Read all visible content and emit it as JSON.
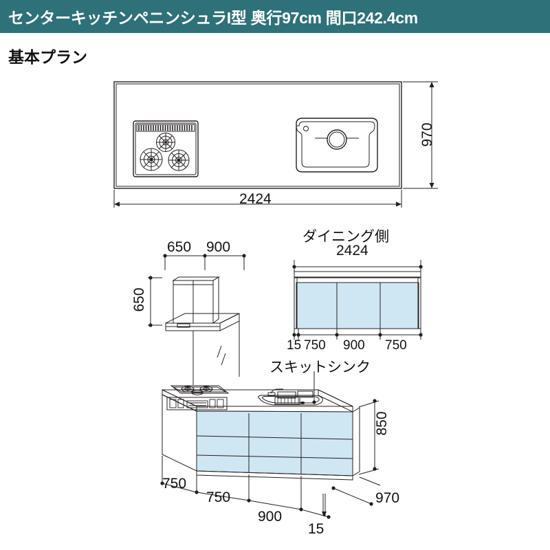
{
  "header": {
    "title": "センターキッチンペニンシュラI型 奥行97cm 間口242.4cm",
    "band_color": "#2e7179",
    "text_color": "#ffffff"
  },
  "subtitle": "基本プラン",
  "colors": {
    "accent_teal": "#2e7179",
    "cabinet_blue": "#cfe7f3",
    "line": "#231f20"
  },
  "plan_view": {
    "name": "top-plan-view",
    "width_dim": "2424",
    "depth_dim": "970",
    "features": [
      "cooktop-3-burner",
      "sink-basin"
    ]
  },
  "hood_elevation": {
    "name": "range-hood-elevation",
    "dim_left": "650",
    "dim_right": "900",
    "height_dim": "650"
  },
  "dining_elevation": {
    "name": "dining-side-elevation",
    "label": "ダイニング側",
    "width_dim": "2424",
    "panel_dims": [
      "15",
      "750",
      "900",
      "750"
    ]
  },
  "iso_view": {
    "name": "isometric-kitchen-view",
    "sink_label": "スキットシンク",
    "height_dim": "850",
    "depth_dim": "970",
    "bottom_dims": [
      "750",
      "750",
      "900",
      "15"
    ]
  }
}
